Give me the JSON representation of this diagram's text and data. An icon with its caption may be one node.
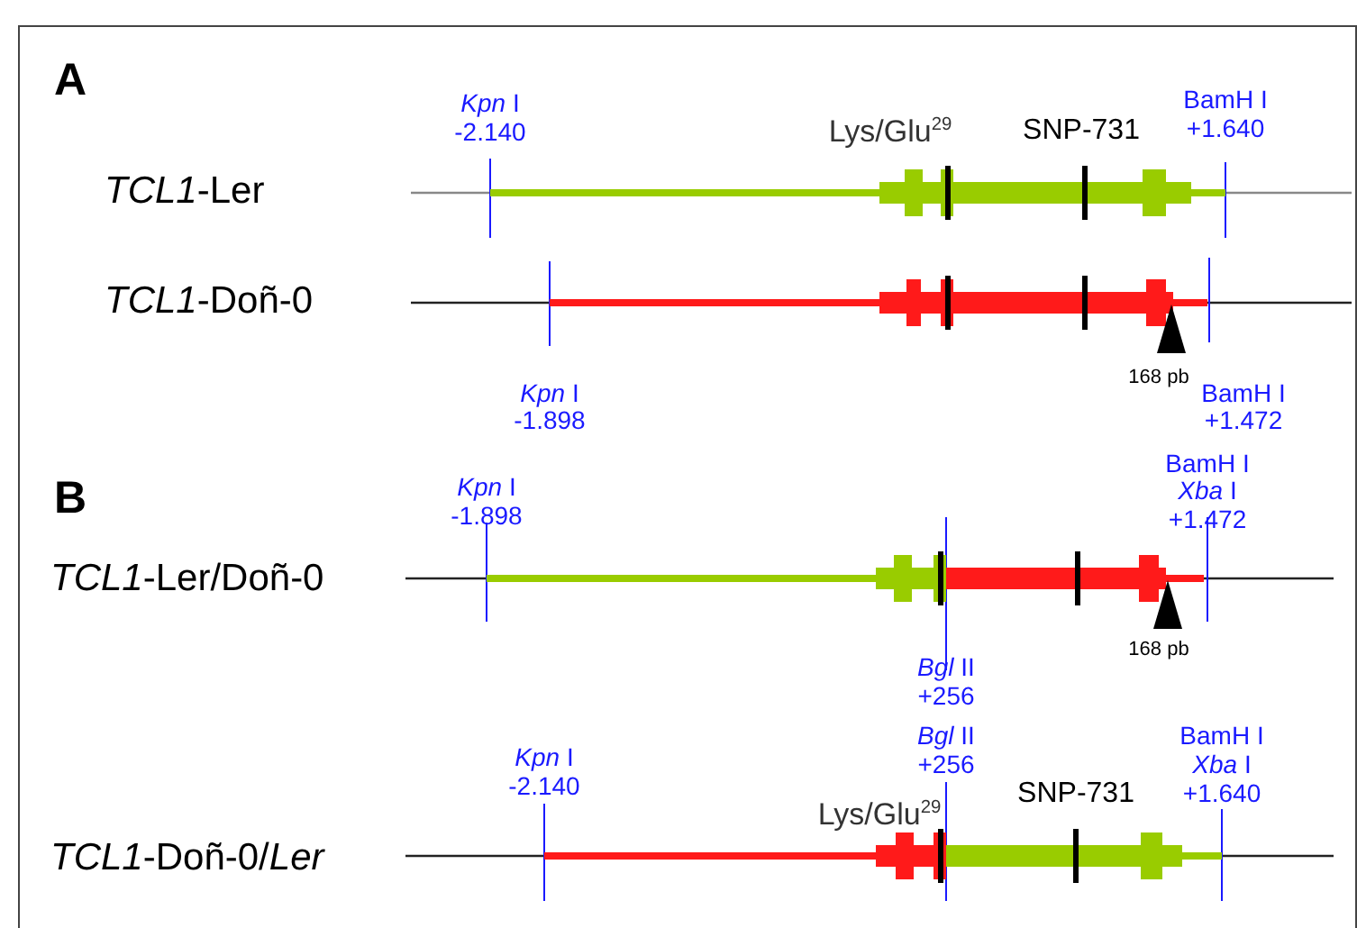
{
  "diagram": {
    "labels": [
      "A",
      "*Kpn* I",
      "-2.140",
      "BamH I",
      "+1.640",
      "Lys/Glu$^{29}$",
      "SNP-731",
      "*TCL1*-Ler",
      "*TCL1*-Doñ-0",
      "*Kpn* I",
      "-1.898",
      "168 pb",
      "BamH I",
      "+1.472",
      "B",
      "*Kpn* I",
      "-1.898",
      "BamH I",
      "*Xba* I",
      "+1.472",
      "*TCL1*-Ler/Doñ-0",
      "168 pb",
      "*Bgl* II",
      "+256",
      "*Kpn* I",
      "-2.140",
      "*Bgl* II",
      "+256",
      "BamH I",
      "*Xba* I",
      "+1.640",
      "Lys/Glu$^{29}$",
      "SNP-731",
      "*TCL1*-Doñ-0/*Ler*"
    ]
  }
}
